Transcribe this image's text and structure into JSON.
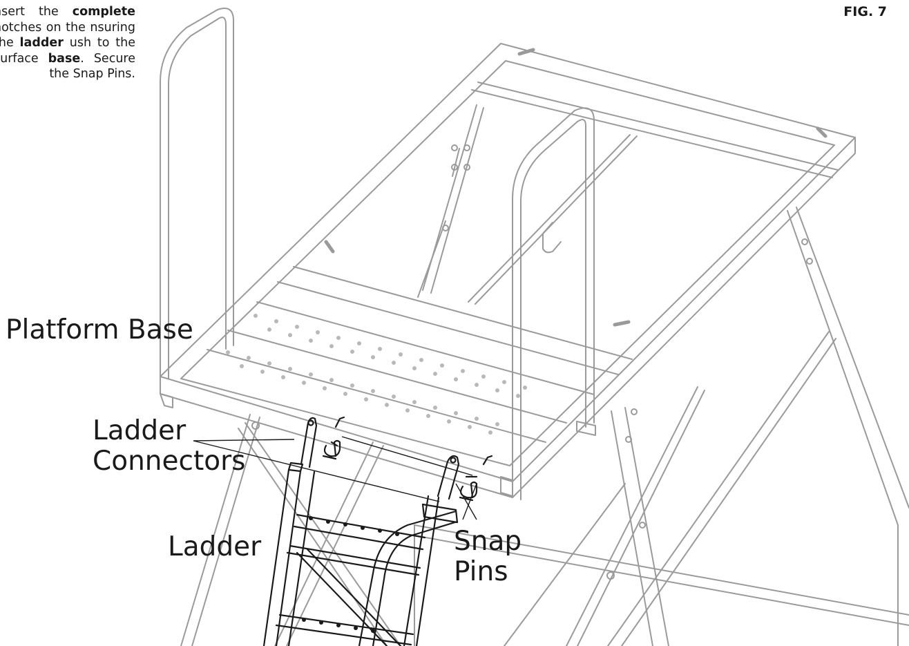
{
  "instructions": {
    "p1": "nsert the ",
    "b1": "complete",
    "p2": " notches on the nsuring the ",
    "b2": "ladder",
    "p3": " ush to the surface ",
    "b3": "base",
    "p4": ". Secure the Snap Pins."
  },
  "figure": {
    "label": "FIG. 7"
  },
  "callouts": {
    "platform_base": "Platform Base",
    "ladder_connectors_line1": "Ladder",
    "ladder_connectors_line2": "Connectors",
    "ladder": "Ladder",
    "snap_pins_line1": "Snap",
    "snap_pins_line2": "Pins"
  },
  "colors": {
    "frame_line": "#9a9a9a",
    "ladder_line": "#1a1a1a",
    "text": "#1a1a1a"
  }
}
